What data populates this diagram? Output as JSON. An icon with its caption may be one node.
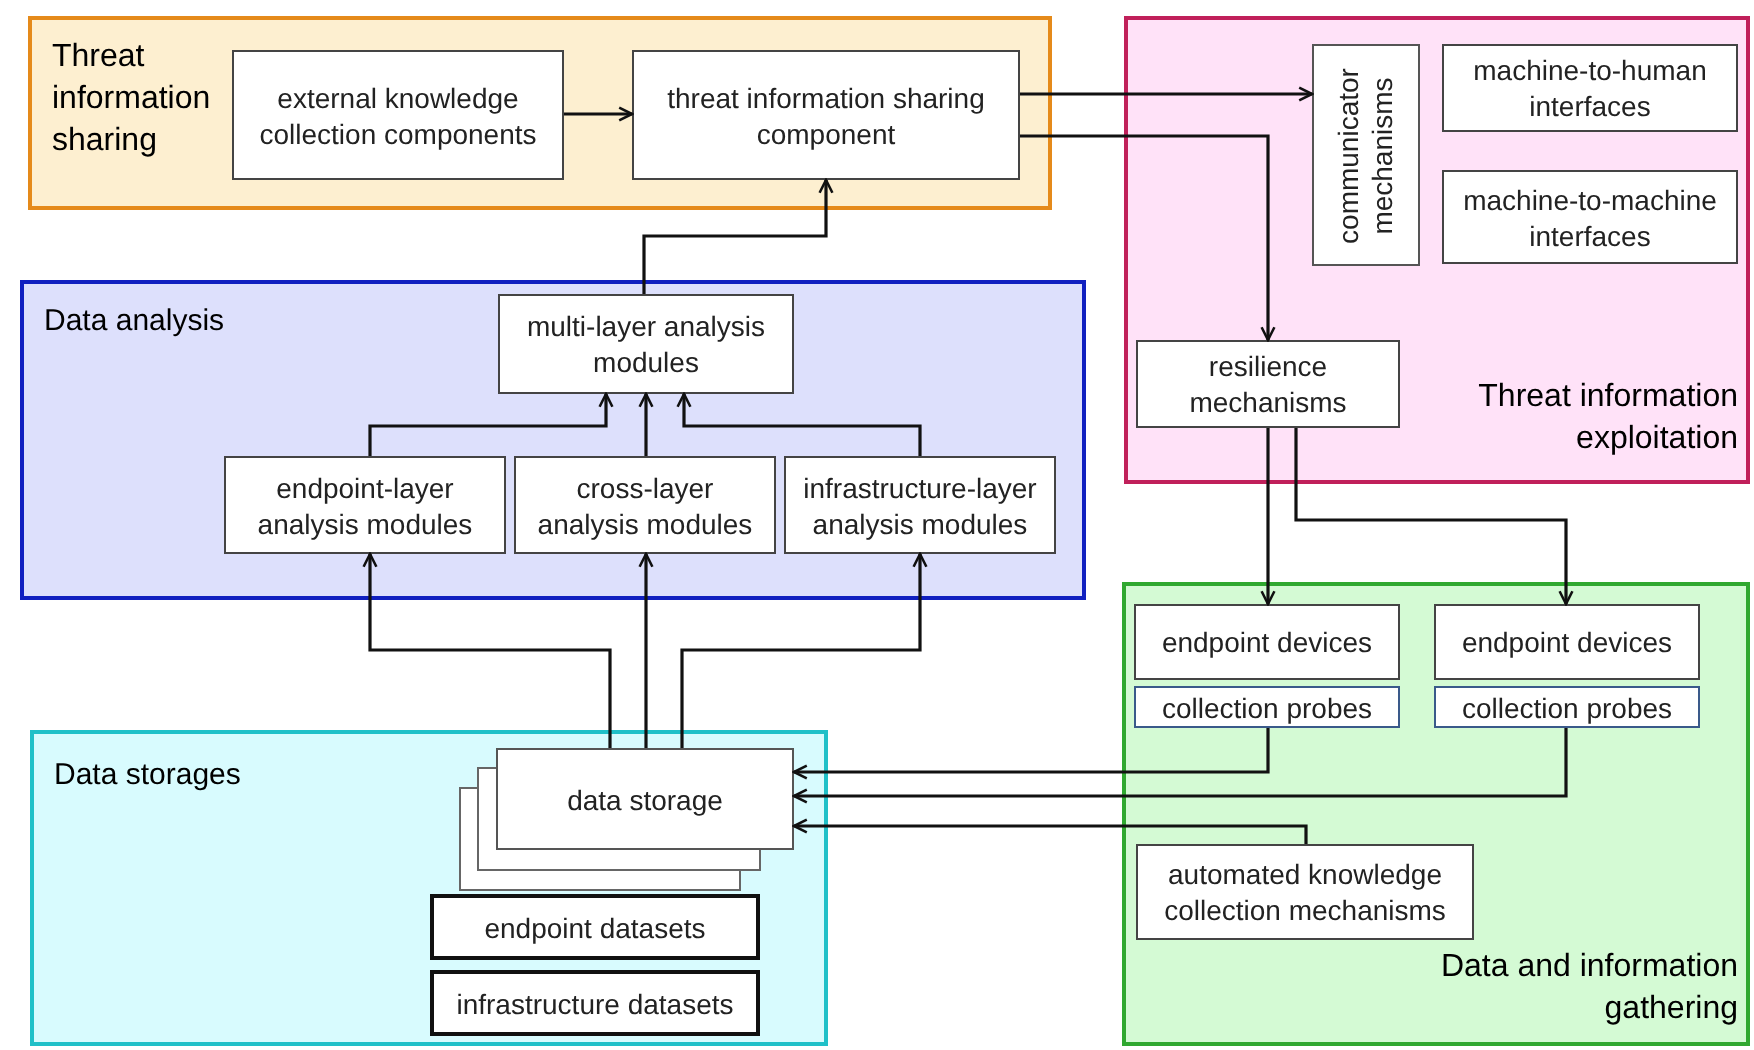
{
  "diagram": {
    "nodes": [
      {
        "text": [
          "Threat information sharing"
        ]
      },
      {
        "text": [
          "external knowledge collection components"
        ],
        "in": 0
      },
      {
        "text": [
          "threat information sharing component"
        ],
        "in": 0
      },
      {
        "text": [
          "Threat information exploitation"
        ]
      },
      {
        "text": [
          "communicator mechanisms"
        ],
        "in": 3
      },
      {
        "text": [
          "machine-to-human interfaces"
        ],
        "in": 3
      },
      {
        "text": [
          "machine-to-machine interfaces"
        ],
        "in": 3
      },
      {
        "text": [
          "resilience mechanisms"
        ],
        "in": 3
      },
      {
        "text": [
          "Data analysis"
        ]
      },
      {
        "text": [
          "multi-layer analysis modules"
        ],
        "in": 8
      },
      {
        "text": [
          "endpoint-layer analysis modules"
        ],
        "in": 8
      },
      {
        "text": [
          "cross-layer analysis modules"
        ],
        "in": 8
      },
      {
        "text": [
          "infrastructure-layer analysis modules"
        ],
        "in": 8
      },
      {
        "text": [
          "Data storages"
        ]
      },
      {
        "text": [
          "data storage"
        ],
        "in": 13
      },
      {
        "text": [
          "endpoint datasets"
        ],
        "in": 13
      },
      {
        "text": [
          "infrastructure datasets"
        ],
        "in": 13
      },
      {
        "text": [
          "Data and information gathering"
        ]
      },
      {
        "text": [
          "endpoint devices"
        ],
        "in": 17
      },
      {
        "text": [
          "collection probes"
        ],
        "in": 17
      },
      {
        "text": [
          "endpoint devices"
        ],
        "in": 17
      },
      {
        "text": [
          "collection probes"
        ],
        "in": 17
      },
      {
        "text": [
          "automated knowledge collection mechanisms"
        ],
        "in": 17
      }
    ],
    "edges": [
      {
        "from": 1,
        "to": 2,
        "arrow": "to"
      },
      {
        "from": 2,
        "to": 4,
        "arrow": "to"
      },
      {
        "from": 2,
        "to": 7,
        "arrow": "to"
      },
      {
        "from": 9,
        "to": 2,
        "arrow": "to"
      },
      {
        "from": 10,
        "to": 9,
        "arrow": "to"
      },
      {
        "from": 11,
        "to": 9,
        "arrow": "to"
      },
      {
        "from": 12,
        "to": 9,
        "arrow": "to"
      },
      {
        "from": 14,
        "to": 10,
        "arrow": "to"
      },
      {
        "from": 14,
        "to": 11,
        "arrow": "to"
      },
      {
        "from": 14,
        "to": 12,
        "arrow": "to"
      },
      {
        "from": 7,
        "to": 18,
        "arrow": "to"
      },
      {
        "from": 7,
        "to": 20,
        "arrow": "to"
      },
      {
        "from": 19,
        "to": 14,
        "arrow": "to"
      },
      {
        "from": 21,
        "to": 14,
        "arrow": "to"
      },
      {
        "from": 22,
        "to": 14,
        "arrow": "to"
      }
    ]
  }
}
